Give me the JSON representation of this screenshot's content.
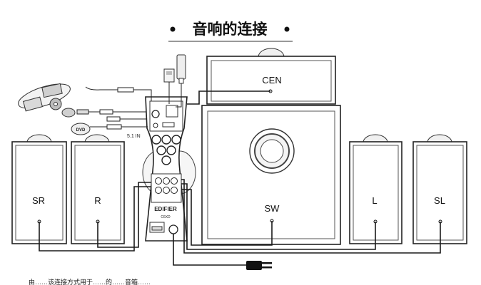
{
  "title": "音响的连接",
  "speakers": {
    "sr": "SR",
    "r": "R",
    "cen": "CEN",
    "sw": "SW",
    "l": "L",
    "sl": "SL"
  },
  "control_unit": {
    "input_label": "5.1 IN",
    "brand": "EDIFIER",
    "model": "C6XD"
  },
  "sources": {
    "disc_label": "DVD"
  },
  "caption": "由……该连接方式用于……的……音箱……"
}
